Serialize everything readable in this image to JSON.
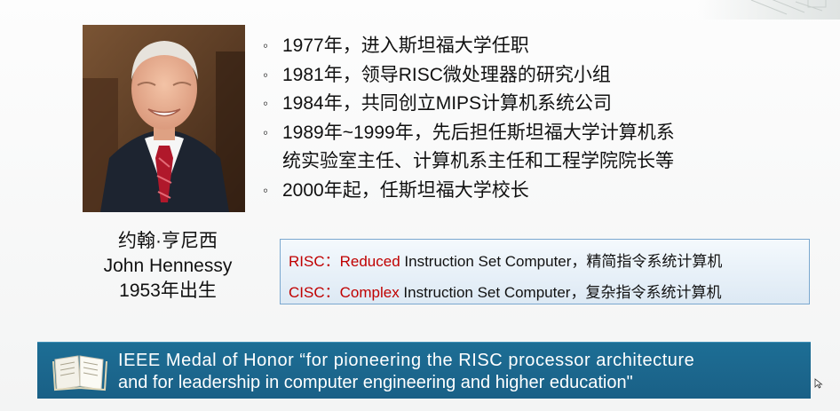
{
  "person": {
    "name_cn": "约翰·亨尼西",
    "name_en": "John Hennessy",
    "birth": "1953年出生"
  },
  "bullets": [
    "1977年，进入斯坦福大学任职",
    "1981年，领导RISC微处理器的研究小组",
    "1984年，共同创立MIPS计算机系统公司",
    "1989年~1999年，先后担任斯坦福大学计算机系",
    "统实验室主任、计算机系主任和工程学院院长等",
    "2000年起，任斯坦福大学校长"
  ],
  "bullet_marker": "◦",
  "definitions": {
    "risc": {
      "term": "RISC：Reduced",
      "rest": " Instruction Set Computer，精简指令系统计算机"
    },
    "cisc": {
      "term": "CISC：Complex",
      "rest": " Instruction Set Computer，复杂指令系统计算机"
    }
  },
  "banner": {
    "line1": "IEEE Medal of Honor “for pioneering the RISC processor architecture",
    "line2": "and for leadership in computer engineering and higher education\""
  },
  "colors": {
    "banner_bg": "#1a6086",
    "term_red": "#c00000",
    "box_border": "#7ba8cf"
  },
  "icons": [
    "book-icon",
    "mouse-cursor-icon"
  ]
}
